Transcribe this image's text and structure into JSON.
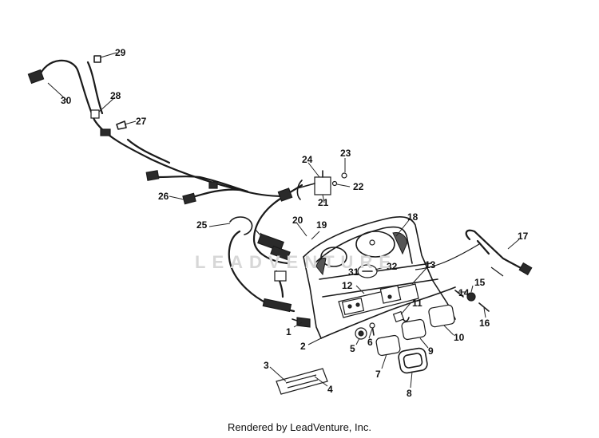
{
  "diagram": {
    "callouts": [
      "1",
      "2",
      "3",
      "4",
      "5",
      "6",
      "7",
      "8",
      "9",
      "10",
      "11",
      "12",
      "13",
      "14",
      "15",
      "16",
      "17",
      "18",
      "19",
      "20",
      "21",
      "22",
      "23",
      "24",
      "25",
      "26",
      "27",
      "28",
      "29",
      "30",
      "31",
      "32"
    ],
    "watermark": "LEADVENTURE"
  },
  "footer": {
    "credit": "Rendered by LeadVenture, Inc."
  }
}
